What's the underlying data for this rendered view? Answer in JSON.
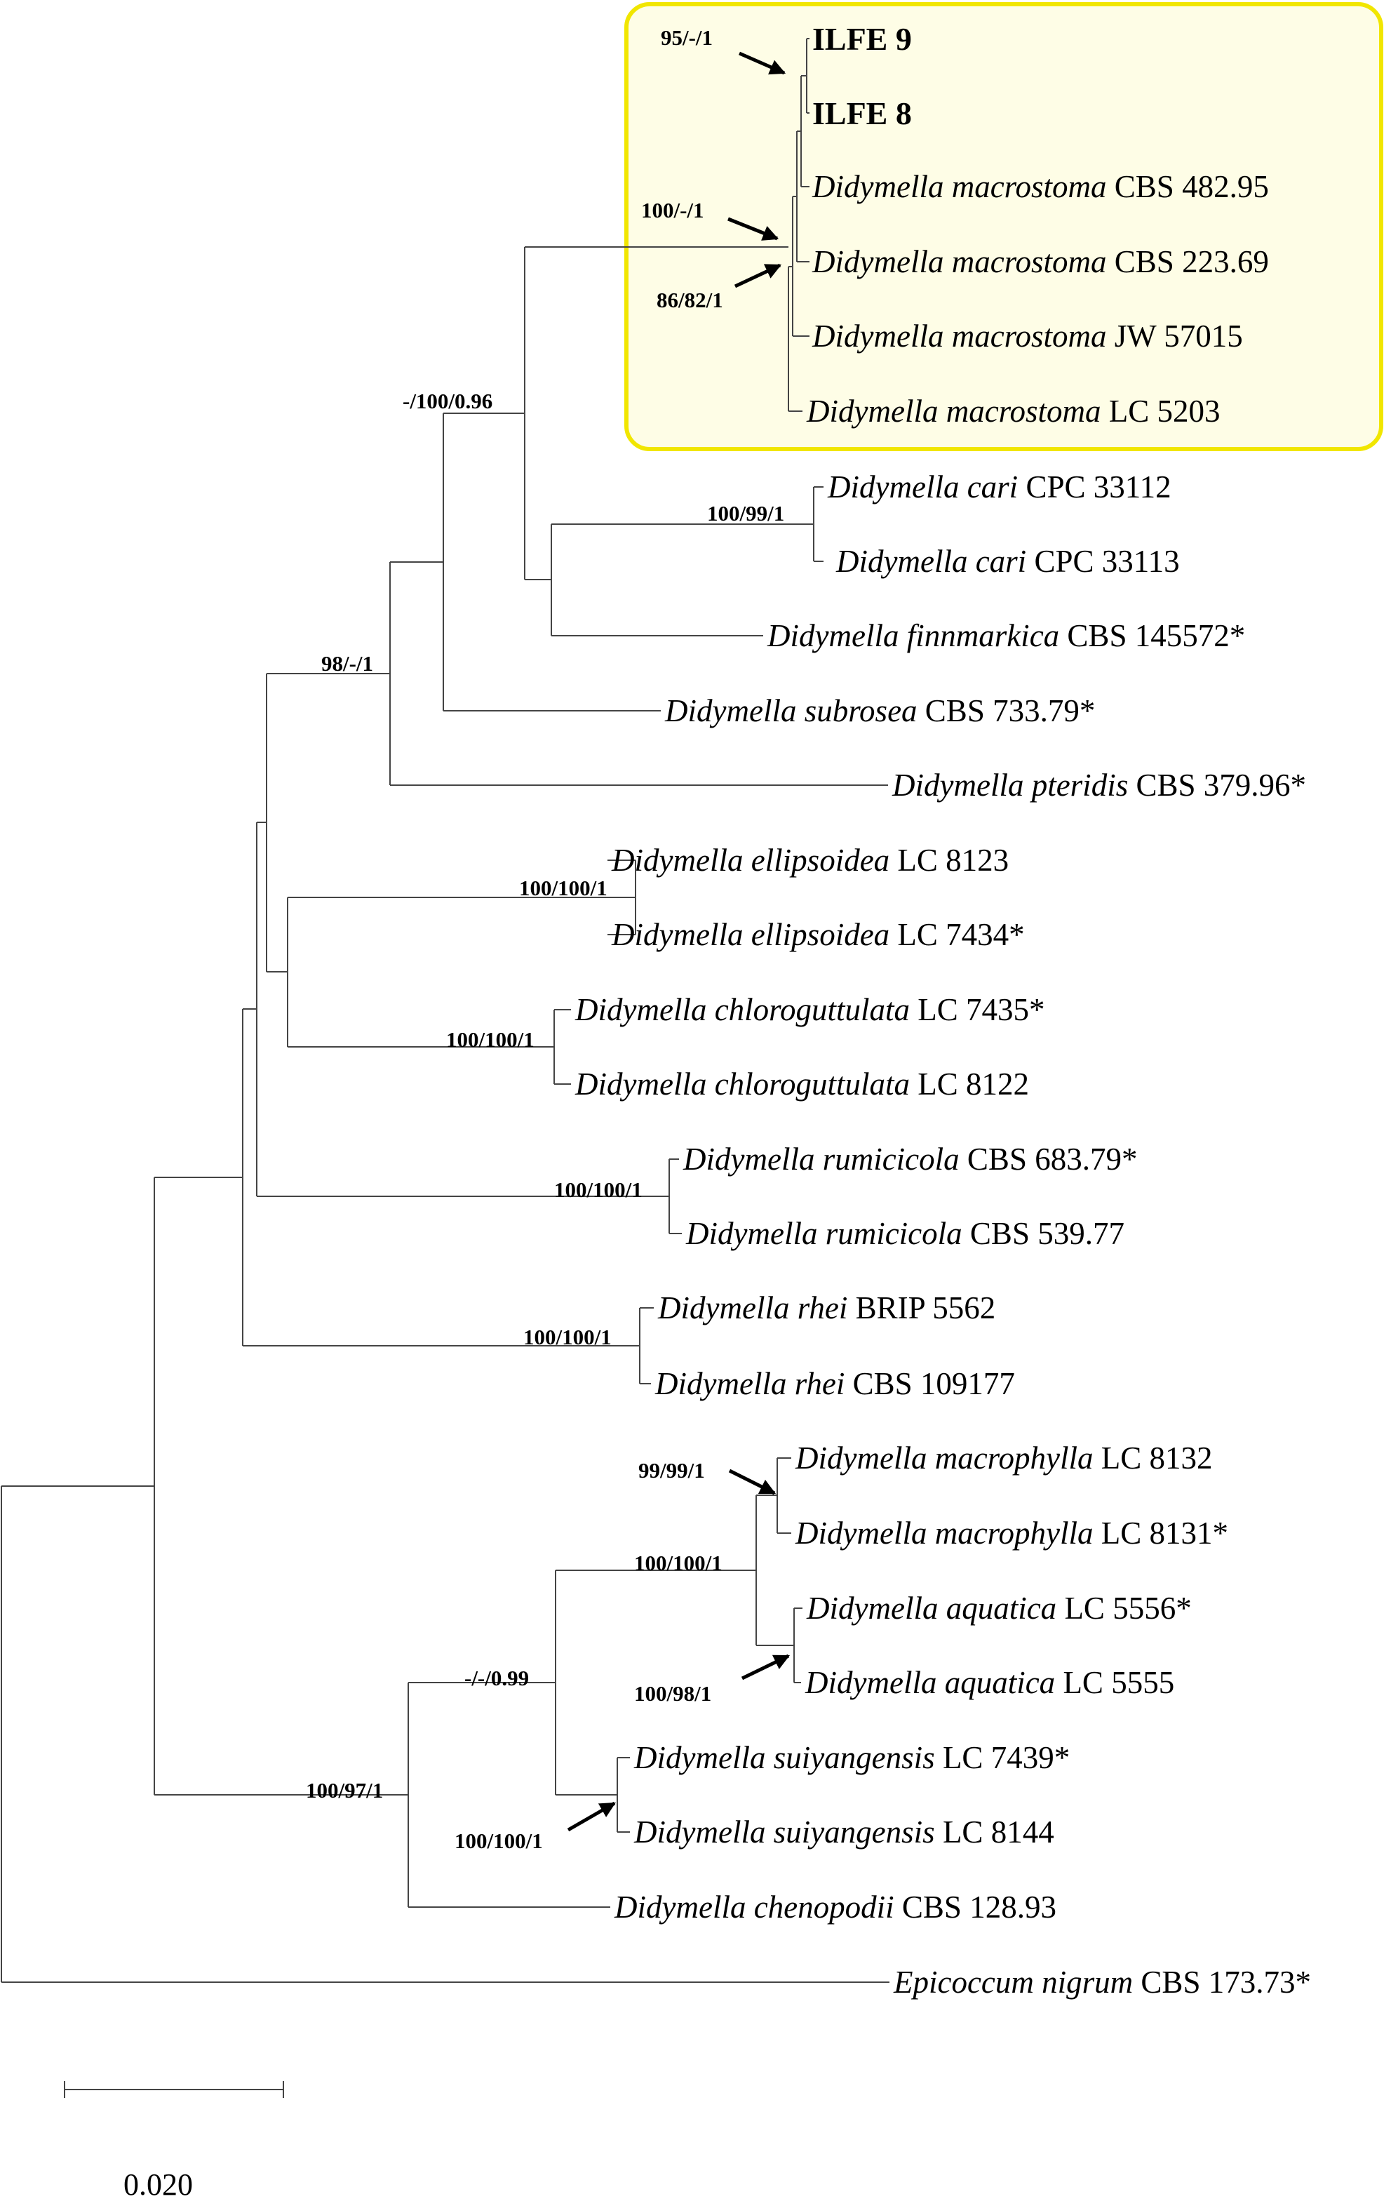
{
  "colors": {
    "highlight_border": "#f1e600",
    "highlight_fill": "#fefde6",
    "lines": "#444444"
  },
  "taxa": [
    {
      "id": "ilfe9",
      "label": "ILFE 9",
      "bold": true
    },
    {
      "id": "ilfe8",
      "label": "ILFE 8",
      "bold": true
    },
    {
      "id": "mac_cbs48295",
      "species": "Didymella macrostoma",
      "strain": "CBS 482.95"
    },
    {
      "id": "mac_cbs22369",
      "species": "Didymella macrostoma",
      "strain": "CBS 223.69"
    },
    {
      "id": "mac_jw57015",
      "species": "Didymella macrostoma",
      "strain": "JW 57015"
    },
    {
      "id": "mac_lc5203",
      "species": "Didymella macrostoma",
      "strain": "LC 5203"
    },
    {
      "id": "cari_33112",
      "species": "Didymella cari",
      "strain": "CPC 33112"
    },
    {
      "id": "cari_33113",
      "species": "Didymella cari",
      "strain": "CPC 33113"
    },
    {
      "id": "finn",
      "species": "Didymella finnmarkica",
      "strain": "CBS 145572*"
    },
    {
      "id": "subrosea",
      "species": "Didymella subrosea",
      "strain": "CBS 733.79*"
    },
    {
      "id": "pteridis",
      "species": "Didymella pteridis",
      "strain": "CBS 379.96*"
    },
    {
      "id": "ell_8123",
      "species": "Didymella ellipsoidea",
      "strain": "LC 8123"
    },
    {
      "id": "ell_7434",
      "species": "Didymella ellipsoidea",
      "strain": "LC 7434*"
    },
    {
      "id": "chl_7435",
      "species": "Didymella chloroguttulata",
      "strain": "LC 7435*"
    },
    {
      "id": "chl_8122",
      "species": "Didymella chloroguttulata",
      "strain": "LC 8122"
    },
    {
      "id": "rum_68379",
      "species": "Didymella rumicicola",
      "strain": "CBS 683.79*"
    },
    {
      "id": "rum_53977",
      "species": "Didymella rumicicola",
      "strain": "CBS 539.77"
    },
    {
      "id": "rhei_5562",
      "species": "Didymella rhei",
      "strain": "BRIP 5562"
    },
    {
      "id": "rhei_109177",
      "species": "Didymella rhei",
      "strain": "CBS 109177"
    },
    {
      "id": "mph_8132",
      "species": "Didymella macrophylla",
      "strain": "LC 8132"
    },
    {
      "id": "mph_8131",
      "species": "Didymella macrophylla",
      "strain": "LC 8131*"
    },
    {
      "id": "aq_5556",
      "species": "Didymella aquatica",
      "strain": "LC 5556*"
    },
    {
      "id": "aq_5555",
      "species": "Didymella aquatica",
      "strain": "LC 5555"
    },
    {
      "id": "sui_7439",
      "species": "Didymella suiyangensis",
      "strain": "LC 7439*"
    },
    {
      "id": "sui_8144",
      "species": "Didymella suiyangensis",
      "strain": "LC 8144"
    },
    {
      "id": "cheno",
      "species": "Didymella chenopodii",
      "strain": "CBS 128.93"
    },
    {
      "id": "epicoccum",
      "species": "Epicoccum nigrum",
      "strain": "CBS 173.73*"
    }
  ],
  "support_values": [
    {
      "id": "s_ilfe",
      "text": "95/-/1"
    },
    {
      "id": "s_mac_inner",
      "text": "100/-/1"
    },
    {
      "id": "s_mac_clade",
      "text": "86/82/1"
    },
    {
      "id": "s_upper",
      "text": "-/100/0.96"
    },
    {
      "id": "s_cari",
      "text": "100/99/1"
    },
    {
      "id": "s_core",
      "text": "98/-/1"
    },
    {
      "id": "s_ell",
      "text": "100/100/1"
    },
    {
      "id": "s_chl",
      "text": "100/100/1"
    },
    {
      "id": "s_rum",
      "text": "100/100/1"
    },
    {
      "id": "s_rhei",
      "text": "100/100/1"
    },
    {
      "id": "s_mph",
      "text": "99/99/1"
    },
    {
      "id": "s_mph_aq",
      "text": "100/100/1"
    },
    {
      "id": "s_aq",
      "text": "100/98/1"
    },
    {
      "id": "s_lower_inner",
      "text": "-/-/0.99"
    },
    {
      "id": "s_sui",
      "text": "100/100/1"
    },
    {
      "id": "s_lower",
      "text": "100/97/1"
    }
  ],
  "scale_bar": {
    "value": 0.02,
    "label": "0.020"
  }
}
